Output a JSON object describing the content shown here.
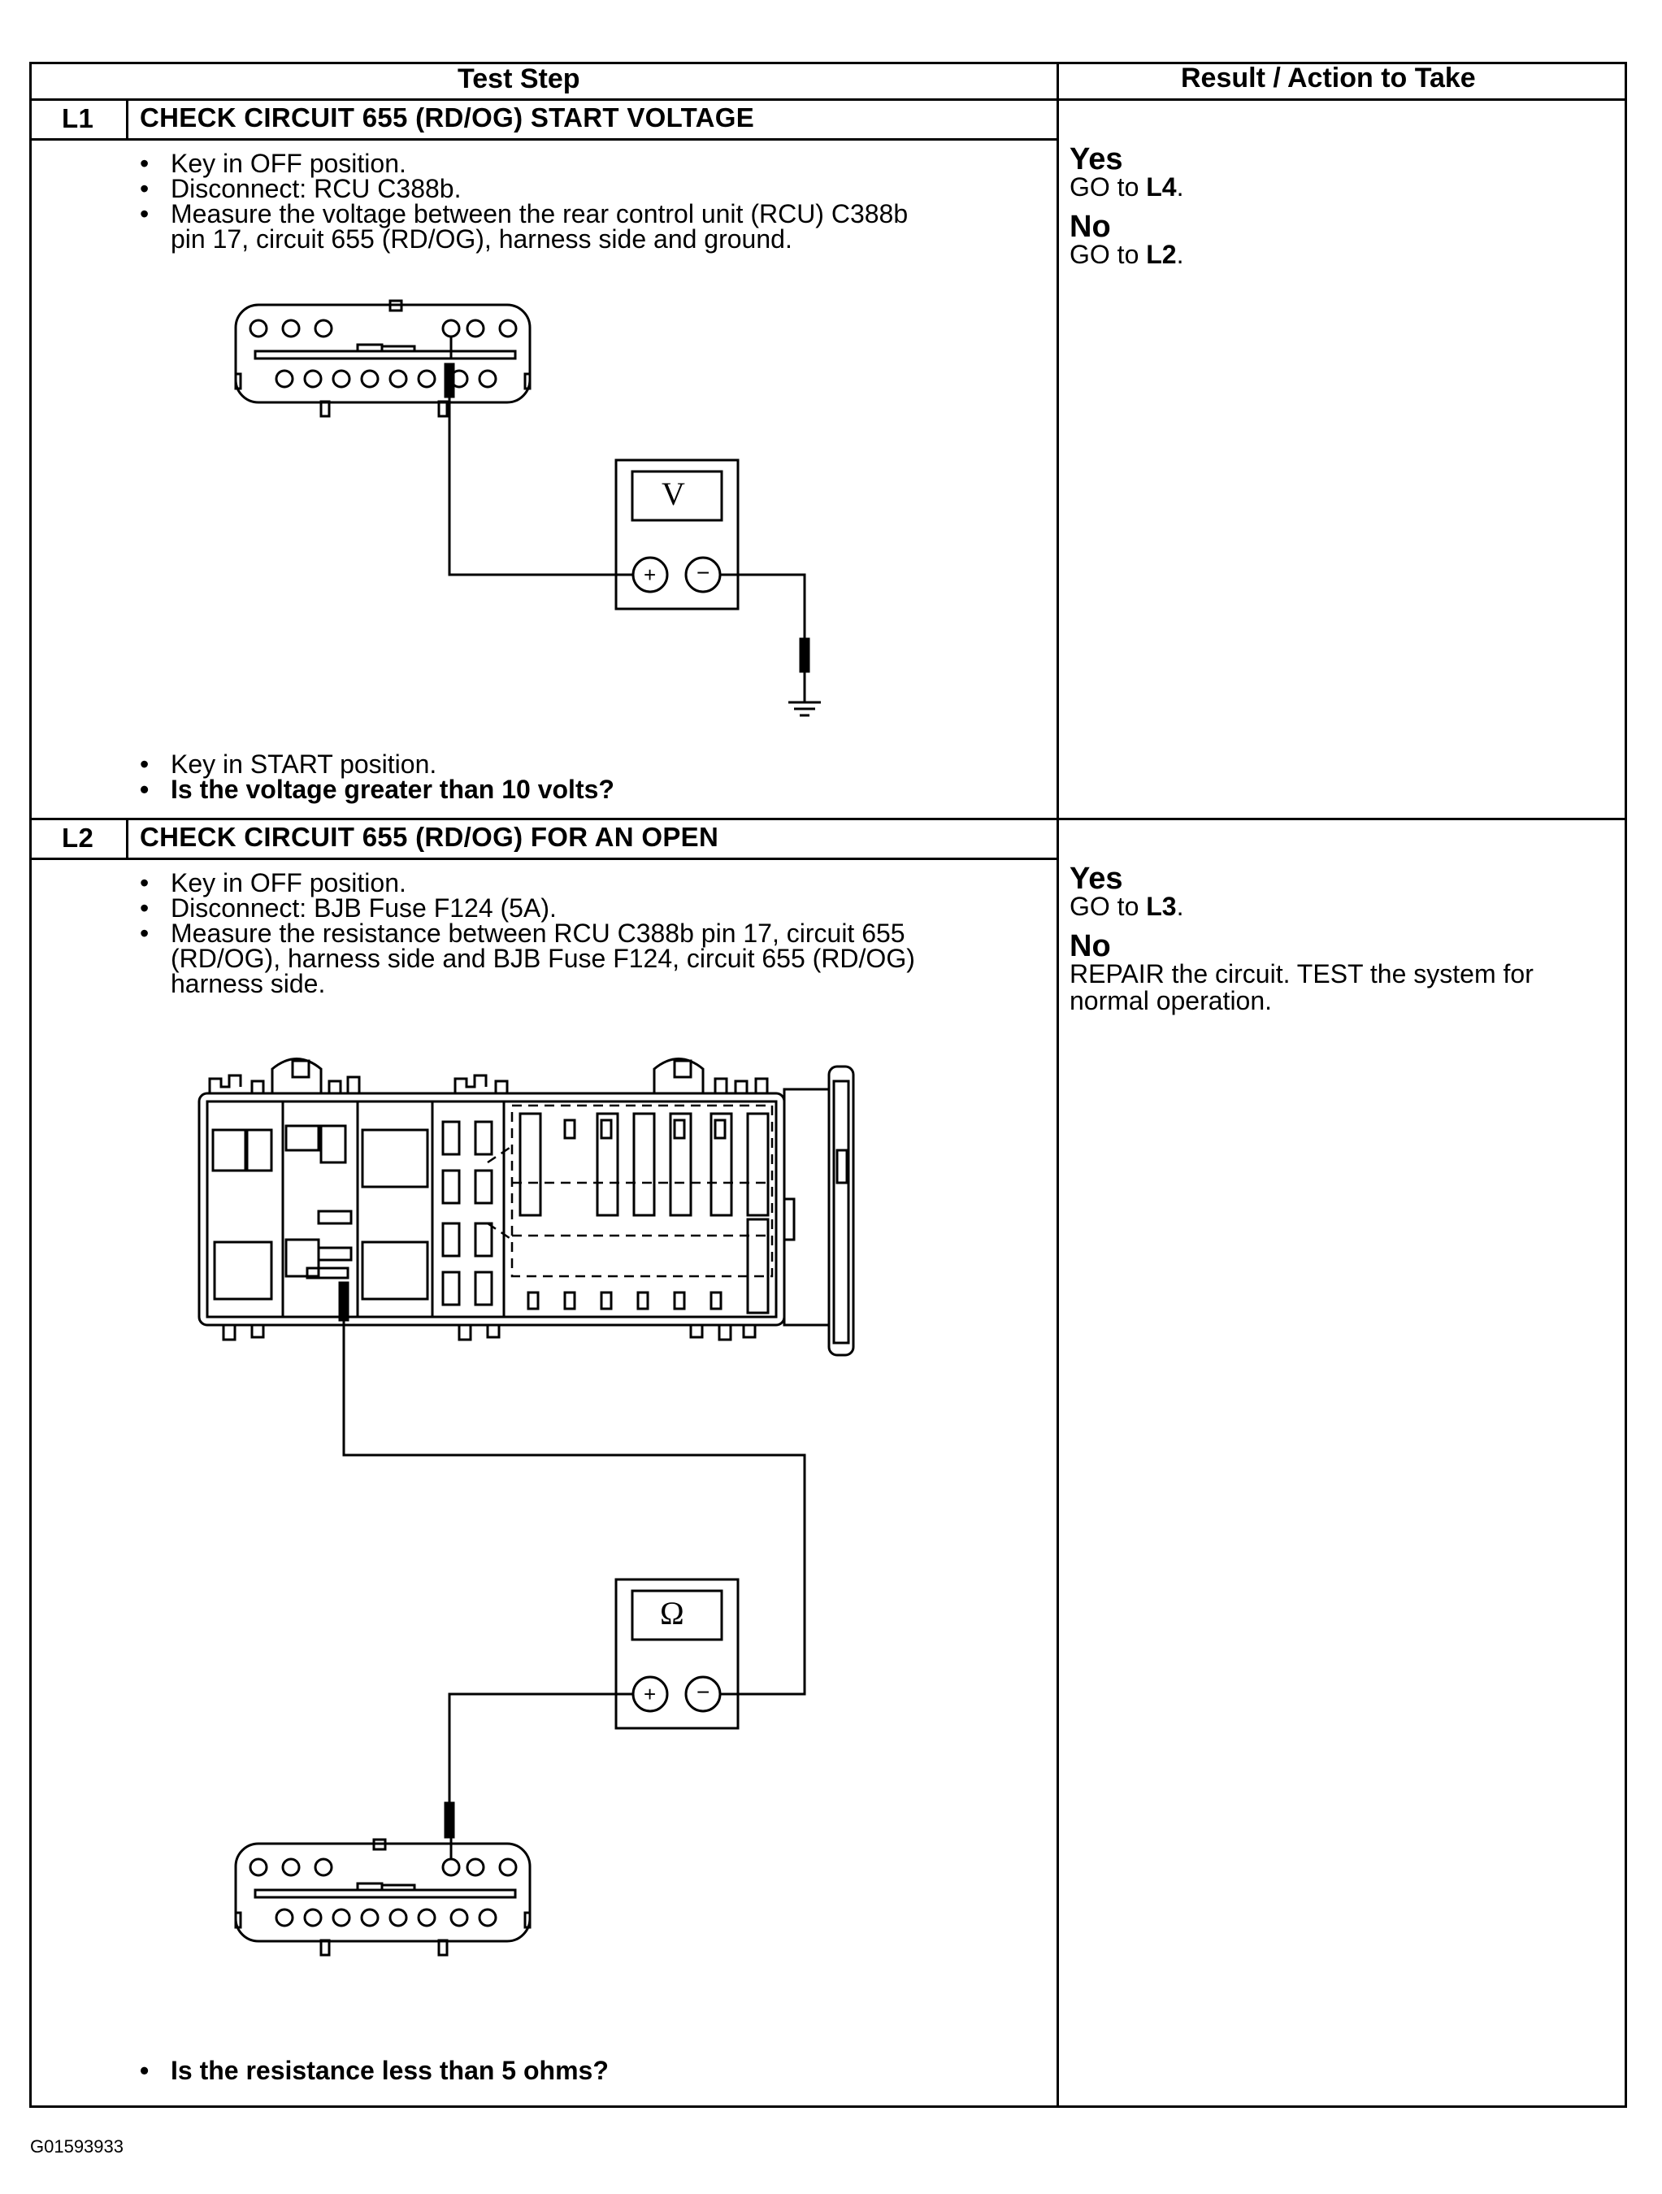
{
  "table": {
    "header_test_step": "Test Step",
    "header_result": "Result / Action to Take"
  },
  "steps": [
    {
      "id": "L1",
      "title": "CHECK CIRCUIT 655 (RD/OG) START VOLTAGE",
      "bullets_before": [
        "Key in OFF position.",
        "Disconnect: RCU C388b.",
        "Measure the voltage between the rear control unit (RCU) C388b",
        "pin 17, circuit 655 (RD/OG), harness side and ground."
      ],
      "bullets_after": [
        "Key in START position.",
        "Is the voltage greater than 10 volts?"
      ],
      "meter_symbol": "V",
      "results": {
        "yes_label": "Yes",
        "yes_text_pre": "GO to ",
        "yes_target": "L4",
        "yes_text_post": ".",
        "no_label": "No",
        "no_text_pre": "GO to ",
        "no_target": "L2",
        "no_text_post": "."
      }
    },
    {
      "id": "L2",
      "title": "CHECK CIRCUIT 655 (RD/OG) FOR AN OPEN",
      "bullets_before": [
        "Key in OFF position.",
        "Disconnect: BJB Fuse F124 (5A).",
        "Measure the resistance between RCU C388b pin 17, circuit 655",
        "(RD/OG), harness side and BJB Fuse F124, circuit 655 (RD/OG)",
        "harness side."
      ],
      "bullets_after": [
        "Is the resistance less than 5 ohms?"
      ],
      "meter_symbol": "Ω",
      "results": {
        "yes_label": "Yes",
        "yes_text_pre": "GO to ",
        "yes_target": "L3",
        "yes_text_post": ".",
        "no_label": "No",
        "no_line1": "REPAIR the circuit. TEST the system for",
        "no_line2": "normal operation."
      }
    }
  ],
  "meter_plus": "+",
  "meter_minus": "−",
  "figure_id": "G01593933"
}
